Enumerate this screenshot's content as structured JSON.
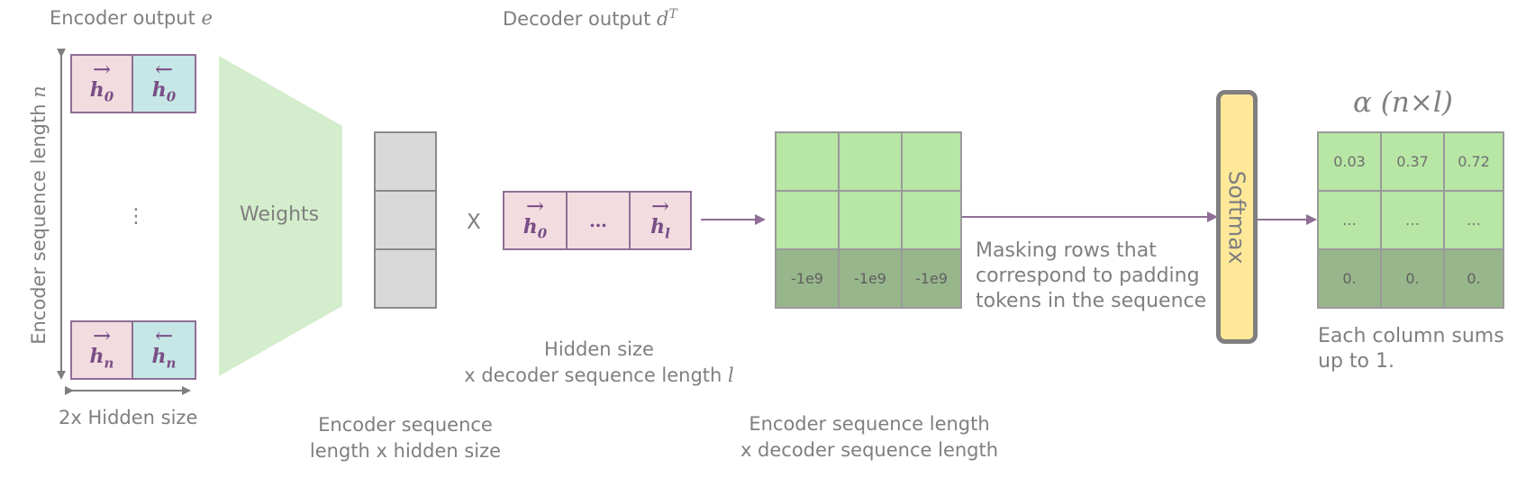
{
  "encoder": {
    "title": "Encoder output ",
    "title_var": "e",
    "side_label": "Encoder sequence length ",
    "side_label_var": "n",
    "dots": "⋮",
    "bottom_label": "2x Hidden size",
    "arrow_right": "→",
    "arrow_left": "←",
    "h": "h",
    "sub0": "0",
    "subn": "n"
  },
  "weights": {
    "label": "Weights"
  },
  "weights_matrix": {
    "label_line1": "Encoder sequence",
    "label_line2": "length x hidden size"
  },
  "multiply": {
    "symbol": "X"
  },
  "decoder": {
    "title": "Decoder output ",
    "title_var": "d",
    "title_sup": "T",
    "ellipsis": "…",
    "sub0": "0",
    "subl": "l",
    "label_line1": "Hidden size",
    "label_line2": "x decoder sequence length ",
    "label_var": "l"
  },
  "scores": {
    "mask_values": [
      "-1e9",
      "-1e9",
      "-1e9"
    ],
    "label_line1": "Encoder sequence length",
    "label_line2": "x decoder sequence length"
  },
  "masking_note": [
    "Masking rows that",
    "correspond to padding",
    "tokens in the sequence"
  ],
  "softmax": {
    "label": "Softmax"
  },
  "alpha": {
    "title_var": "α",
    "title_rest": " (n×l)",
    "row1": [
      "0.03",
      "0.37",
      "0.72"
    ],
    "row2": [
      "…",
      "…",
      "…"
    ],
    "row3": [
      "0.",
      "0.",
      "0."
    ],
    "note_line1": "Each column sums",
    "note_line2": "up to 1."
  },
  "colors": {
    "pink": "#f2dce0",
    "teal": "#c6e7e6",
    "weights_green": "#d4edcc",
    "matrix_green": "#b8e6a5",
    "mask_green": "#98b68c",
    "softmax_yellow": "#ffe999",
    "arrow": "#8f6f96"
  }
}
